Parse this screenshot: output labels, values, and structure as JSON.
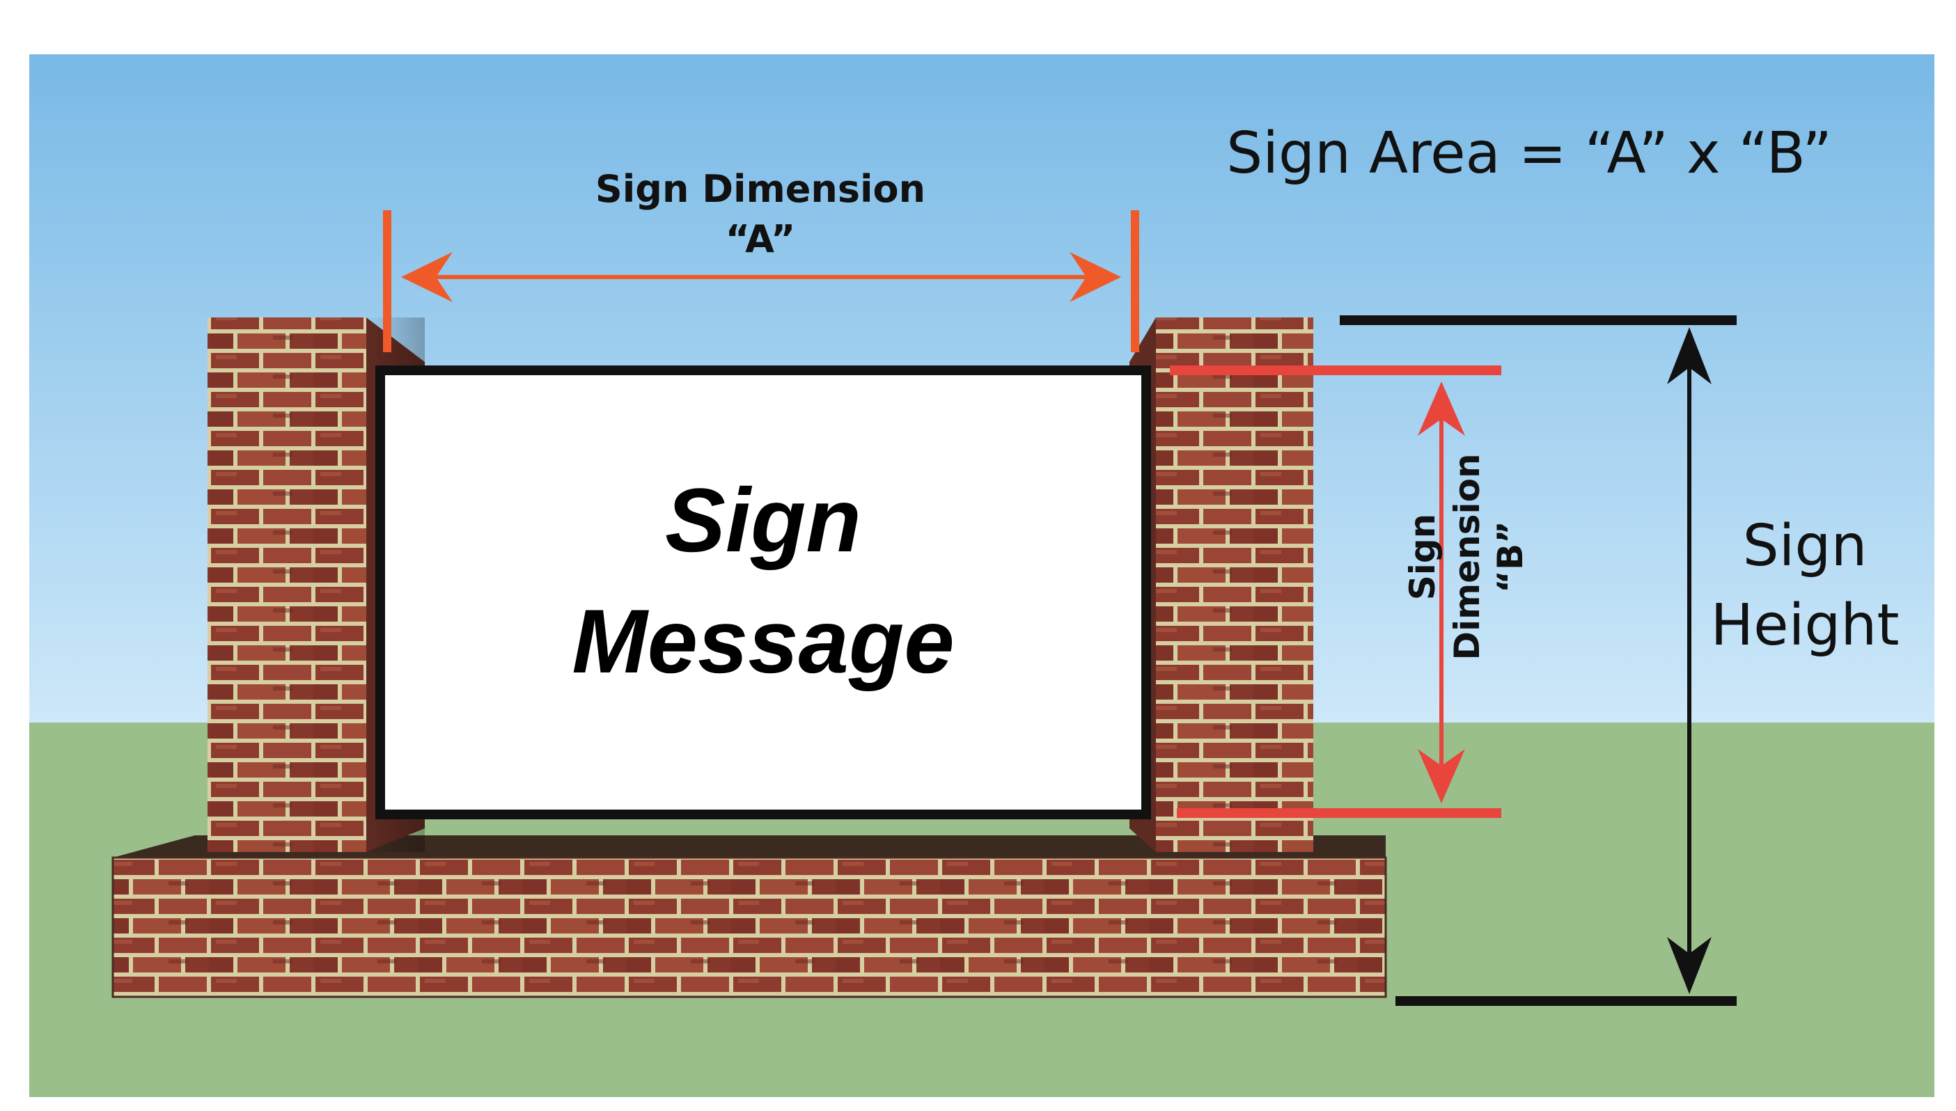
{
  "labels": {
    "formula": "Sign Area = “A” x “B”",
    "dimension_a_title": "Sign Dimension",
    "dimension_a_letter": "“A”",
    "dimension_b_line1": "Sign",
    "dimension_b_line2": "Dimension",
    "dimension_b_letter": "“B”",
    "sign_message_line1": "Sign",
    "sign_message_line2": "Message",
    "sign_height_line1": "Sign",
    "sign_height_line2": "Height"
  },
  "colors": {
    "sky_top": "#79b9e6",
    "sky_bottom": "#c9e6f8",
    "grass": "#9bbf8b",
    "brick": "#8b3a2e",
    "mortar": "#d9d2a6",
    "sign_panel": "#ffffff",
    "sign_border": "#111111",
    "dimension_a_color": "#f05a28",
    "dimension_b_color": "#e8453c",
    "height_color": "#111111"
  }
}
